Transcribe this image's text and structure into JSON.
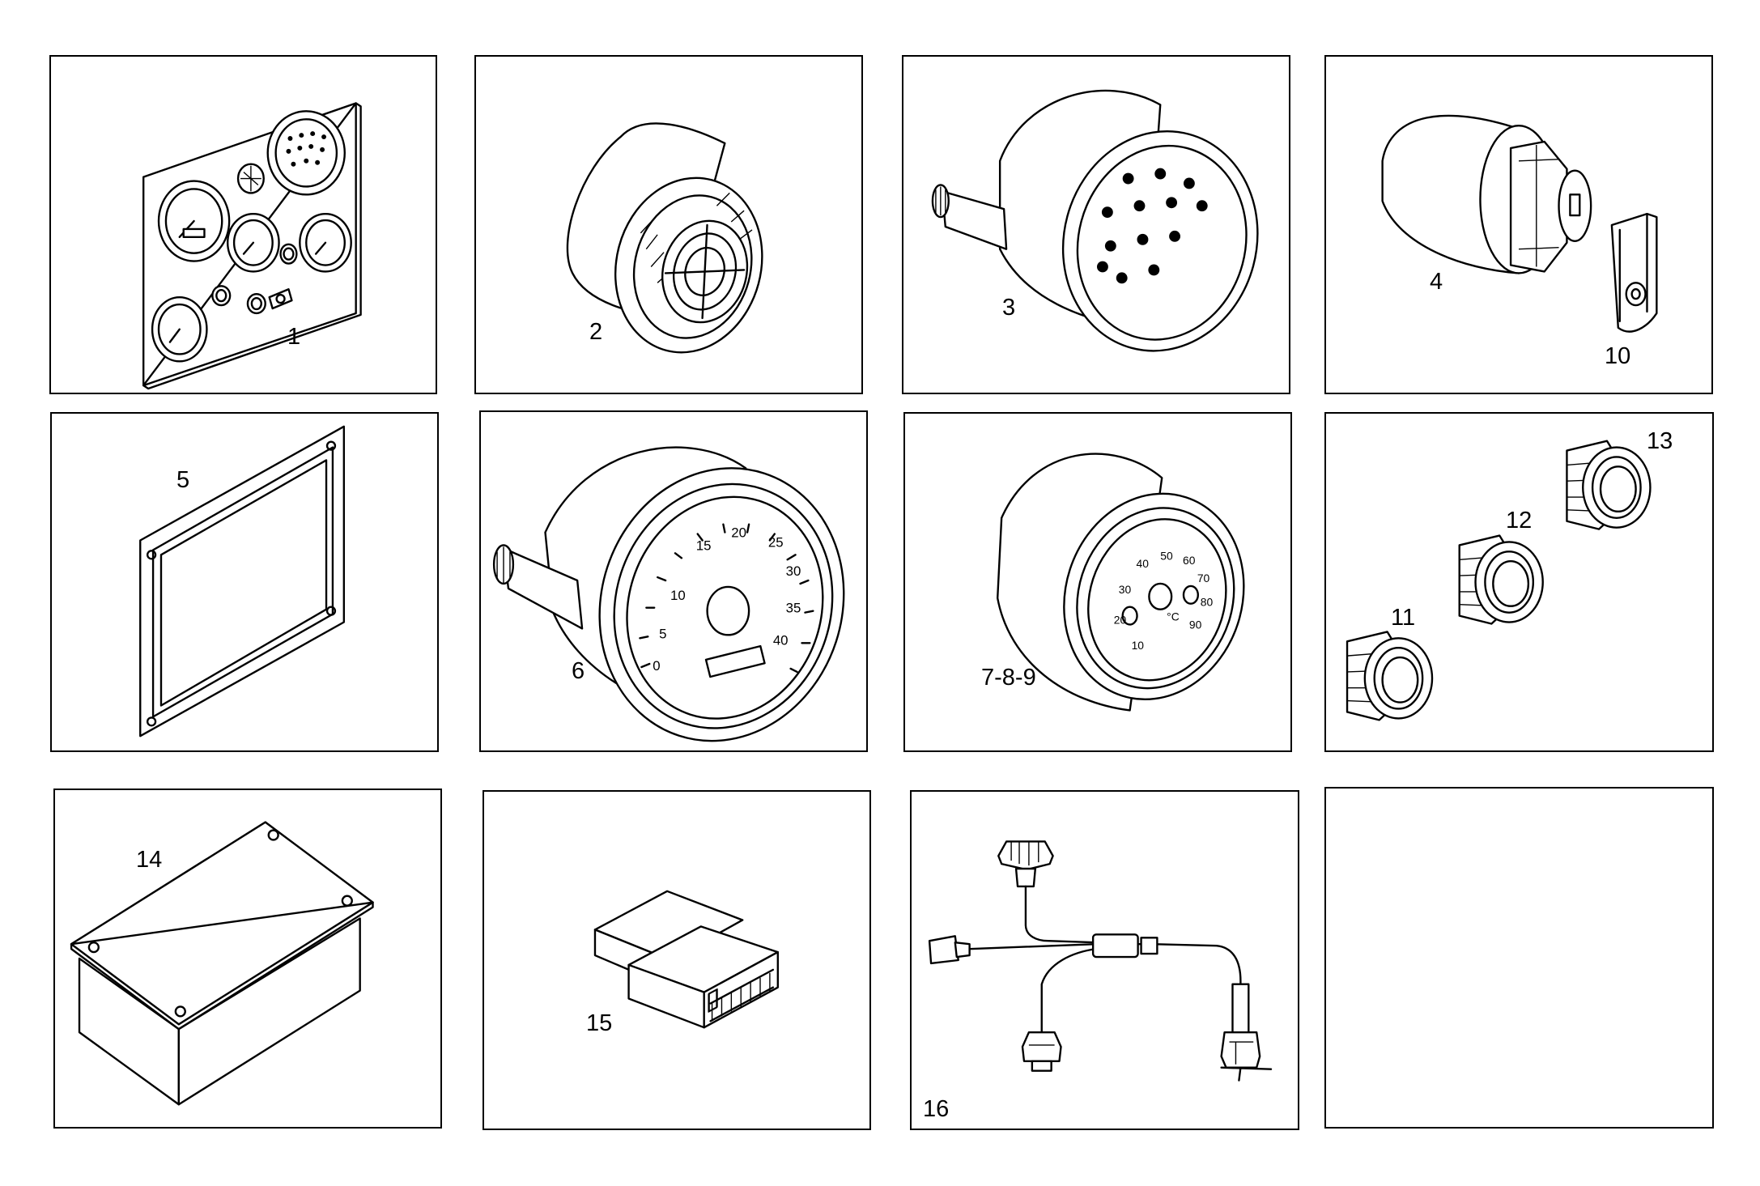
{
  "labels": {
    "p1": "1",
    "p2": "2",
    "p3": "3",
    "p4": "4",
    "p10": "10",
    "p5": "5",
    "p6": "6",
    "p789": "7-8-9",
    "p11": "11",
    "p12": "12",
    "p13": "13",
    "p14": "14",
    "p15": "15",
    "p16": "16"
  },
  "speedometer_scale": [
    "0",
    "5",
    "10",
    "15",
    "20",
    "25",
    "30",
    "35",
    "40"
  ],
  "temp_gauge_scale": [
    "10",
    "20",
    "30",
    "40",
    "50",
    "60",
    "70",
    "80",
    "90"
  ],
  "temp_gauge_unit": "°C",
  "icons": [
    "instrument-panel-icon",
    "buzzer-icon",
    "warning-lamp-cluster-icon",
    "sender-unit-icon",
    "sender-cover-icon",
    "panel-gasket-icon",
    "speedometer-icon",
    "temperature-gauge-icon",
    "indicator-lamp-icon",
    "control-box-icon",
    "connector-block-icon",
    "wiring-harness-icon"
  ]
}
